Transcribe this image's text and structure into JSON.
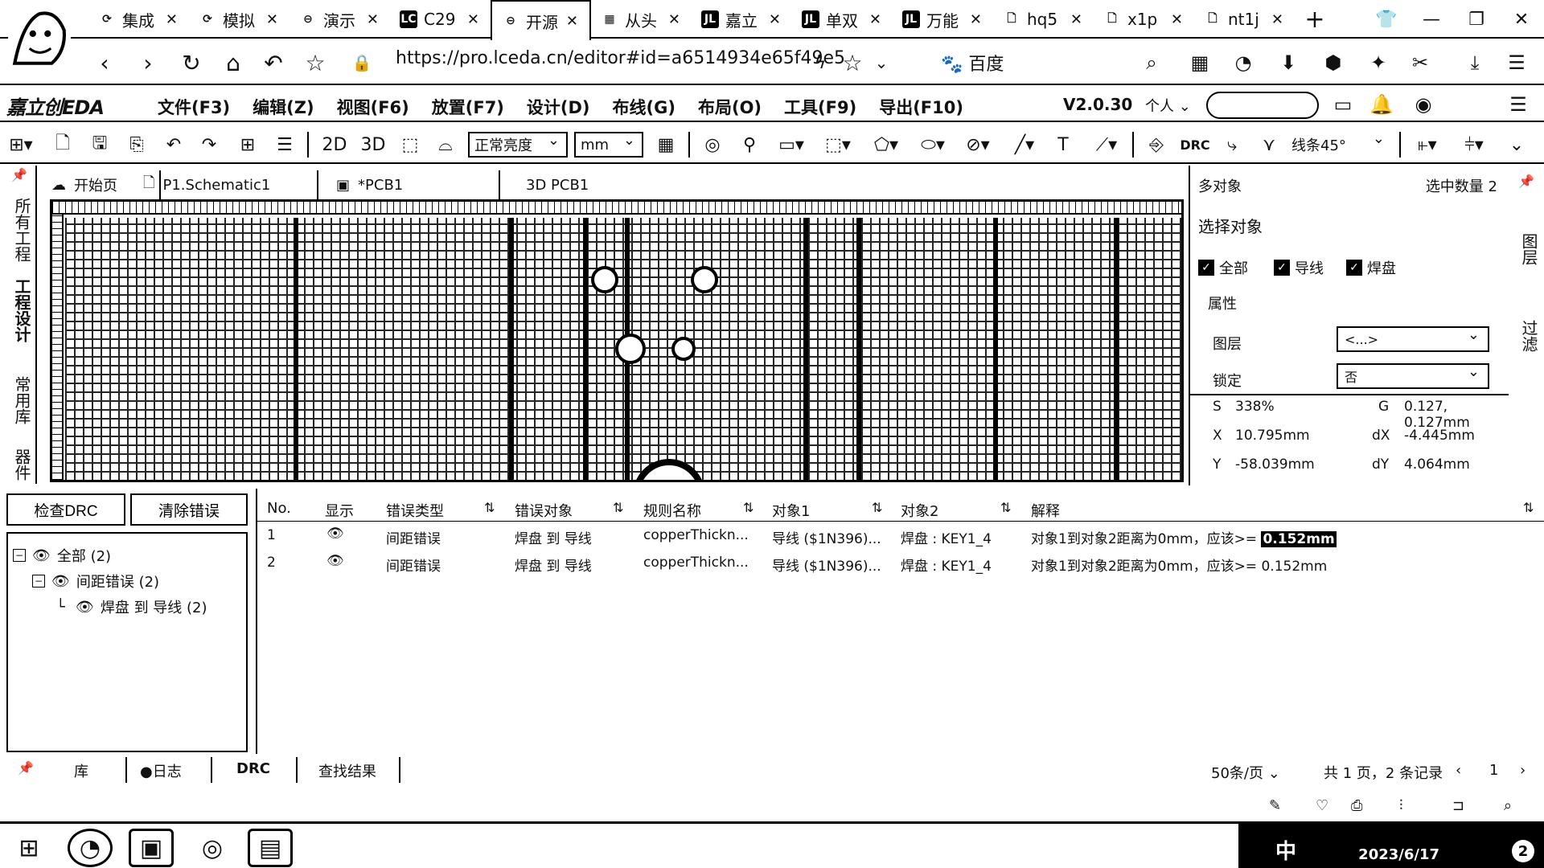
{
  "browser": {
    "tabs": [
      {
        "icon": "sync-icon",
        "label": "集成"
      },
      {
        "icon": "sync-icon",
        "label": "模拟"
      },
      {
        "icon": "link-icon",
        "label": "演示"
      },
      {
        "icon": "lc-icon",
        "label": "C29"
      },
      {
        "icon": "link-icon",
        "label": "开源",
        "active": true
      },
      {
        "icon": "grid-icon",
        "label": "从头"
      },
      {
        "icon": "jlc-icon",
        "label": "嘉立"
      },
      {
        "icon": "jlc-icon",
        "label": "单双"
      },
      {
        "icon": "jlc-icon",
        "label": "万能"
      },
      {
        "icon": "file-icon",
        "label": "hq5"
      },
      {
        "icon": "file-icon",
        "label": "x1p"
      },
      {
        "icon": "file-icon",
        "label": "nt1j"
      }
    ],
    "url": "https://pro.lceda.cn/editor#id=a6514934e65f49e5",
    "search_engine": "百度"
  },
  "app": {
    "logo_text": "嘉立创EDA",
    "menu": [
      "文件(F3)",
      "编辑(Z)",
      "视图(F6)",
      "放置(F7)",
      "设计(D)",
      "布线(G)",
      "布局(O)",
      "工具(F9)",
      "导出(F10)"
    ],
    "version": "V2.0.30",
    "user": "个人"
  },
  "toolbar": {
    "mode_2d": "2D",
    "mode_3d": "3D",
    "brightness": "正常亮度",
    "unit": "mm",
    "drc": "DRC",
    "route_angle": "线条45°"
  },
  "left_rail": [
    "所有工程",
    "工程设计",
    "常用库",
    "器件"
  ],
  "doc_tabs": [
    {
      "icon": "home-icon",
      "label": "开始页"
    },
    {
      "icon": "schematic-icon",
      "label": "P1.Schematic1"
    },
    {
      "icon": "pcb-icon",
      "label": "*PCB1"
    },
    {
      "icon": "",
      "label": "3D PCB1"
    }
  ],
  "properties": {
    "title": "多对象",
    "selected_count": "选中数量 2",
    "select_section": "选择对象",
    "filters": [
      {
        "label": "全部",
        "checked": true
      },
      {
        "label": "导线",
        "checked": true
      },
      {
        "label": "焊盘",
        "checked": true
      }
    ],
    "attr_section": "属性",
    "layer_label": "图层",
    "layer_value": "<...>",
    "lock_label": "锁定",
    "lock_value": "否",
    "coords": {
      "s_label": "S",
      "s_value": "338%",
      "g_label": "G",
      "g_value": "0.127, 0.127mm",
      "x_label": "X",
      "x_value": "10.795mm",
      "dx_label": "dX",
      "dx_value": "-4.445mm",
      "y_label": "Y",
      "y_value": "-58.039mm",
      "dy_label": "dY",
      "dy_value": "4.064mm"
    }
  },
  "right_rail": [
    "图层",
    "过滤"
  ],
  "drc": {
    "check_button": "检查DRC",
    "clear_button": "清除错误",
    "tree": [
      {
        "label": "全部 (2)",
        "level": 0
      },
      {
        "label": "间距错误 (2)",
        "level": 1
      },
      {
        "label": "焊盘 到 导线 (2)",
        "level": 2
      }
    ],
    "columns": [
      "No.",
      "显示",
      "错误类型",
      "错误对象",
      "规则名称",
      "对象1",
      "对象2",
      "解释"
    ],
    "rows": [
      {
        "no": "1",
        "type": "间距错误",
        "object": "焊盘 到 导线",
        "rule": "copperThickn...",
        "obj1": "导线 ($1N396)...",
        "obj2": "焊盘 : KEY1_4",
        "explain_prefix": "对象1到对象2距离为0mm，应该>= ",
        "explain_value": "0.152mm"
      },
      {
        "no": "2",
        "type": "间距错误",
        "object": "焊盘 到 导线",
        "rule": "copperThickn...",
        "obj1": "导线 ($1N396)...",
        "obj2": "焊盘 : KEY1_4",
        "explain_prefix": "对象1到对象2距离为0mm，应该>= ",
        "explain_value": "0.152mm"
      }
    ]
  },
  "bottom_tabs": [
    "库",
    "日志",
    "DRC",
    "查找结果"
  ],
  "pager": {
    "per_page": "50条/页",
    "summary": "共 1 页，2 条记录",
    "page": "1"
  },
  "taskbar": {
    "ime": "中",
    "date": "2023/6/17",
    "badge": "2"
  }
}
